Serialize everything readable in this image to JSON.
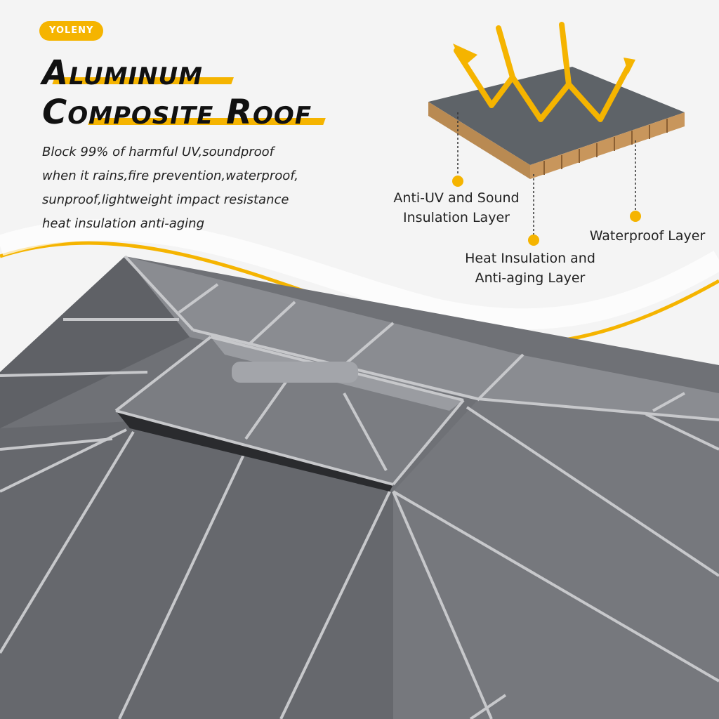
{
  "brand": "YOLENY",
  "headline": {
    "line1": "Aluminum",
    "line2": "Composite Roof"
  },
  "description": [
    "Block 99% of harmful UV,soundproof",
    "when it rains,fire prevention,waterproof,",
    "sunproof,lightweight impact resistance",
    "heat insulation anti-aging"
  ],
  "layers": {
    "anti_uv": [
      "Anti-UV and Sound",
      "Insulation Layer"
    ],
    "heat": [
      "Heat Insulation and",
      "Anti-aging Layer"
    ],
    "waterproof": "Waterproof Layer"
  },
  "colors": {
    "accent": "#f5b400",
    "roof": "#6e7075",
    "background": "#f4f4f4"
  }
}
